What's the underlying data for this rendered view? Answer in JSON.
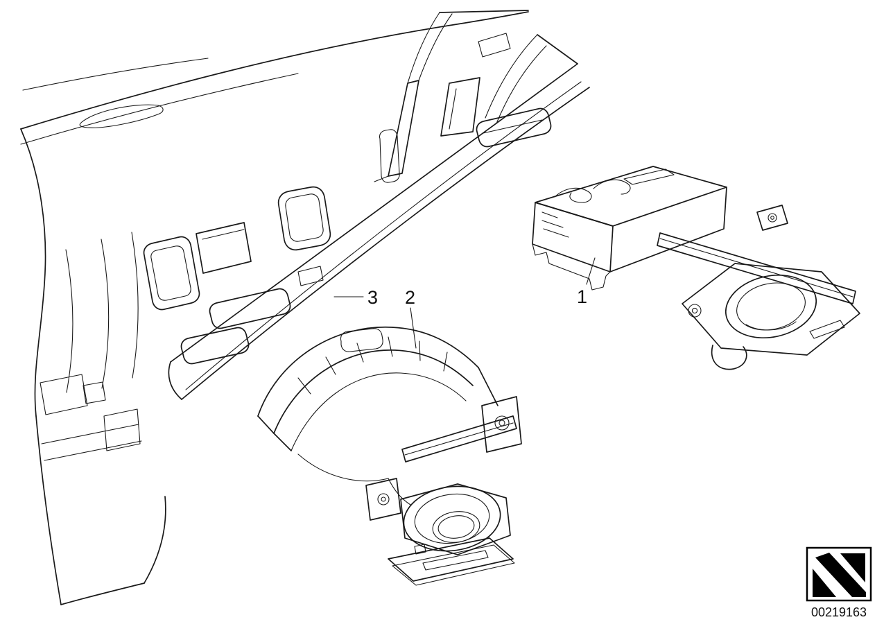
{
  "page": {
    "background_color": "#ffffff",
    "line_color": "#1a1a1a"
  },
  "callouts": [
    {
      "label": "1"
    },
    {
      "label": "2"
    },
    {
      "label": "3"
    }
  ],
  "footer": {
    "doc_number": "00219163",
    "logo_icon": "parts-catalog-arrow-icon",
    "logo_fill_color": "#000000",
    "logo_border_color": "#000000"
  }
}
